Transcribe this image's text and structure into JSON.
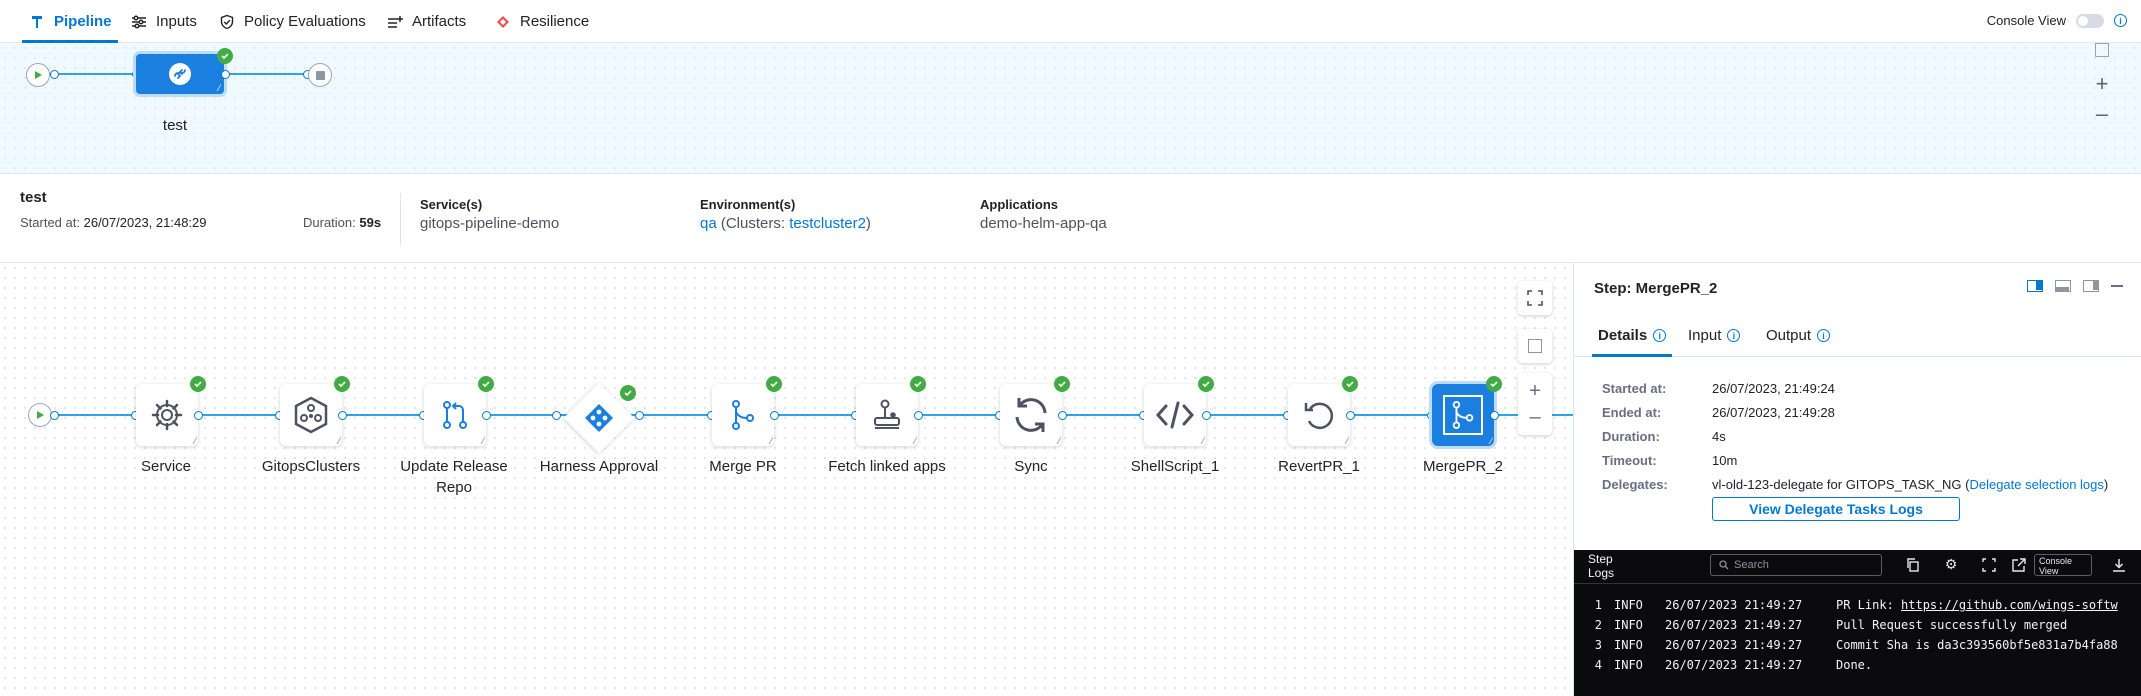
{
  "tabs": [
    {
      "label": "Pipeline"
    },
    {
      "label": "Inputs"
    },
    {
      "label": "Policy Evaluations"
    },
    {
      "label": "Artifacts"
    },
    {
      "label": "Resilience"
    }
  ],
  "console_view_label": "Console View",
  "stage": {
    "name": "test"
  },
  "summary": {
    "stage_name": "test",
    "started_label": "Started at:",
    "started_value": "26/07/2023, 21:48:29",
    "duration_label": "Duration:",
    "duration_value": "59s",
    "services_label": "Service(s)",
    "services_value": "gitops-pipeline-demo",
    "env_label": "Environment(s)",
    "env_name": "qa",
    "env_clusters_prefix": "(Clusters:",
    "env_cluster": "testcluster2",
    "env_clusters_suffix": ")",
    "apps_label": "Applications",
    "apps_value": "demo-helm-app-qa"
  },
  "steps": [
    {
      "label": "Service",
      "icon": "gear-icon"
    },
    {
      "label": "GitopsClusters",
      "icon": "clusters-icon"
    },
    {
      "label": "Update Release Repo",
      "icon": "pull-request-icon"
    },
    {
      "label": "Harness Approval",
      "icon": "approval-icon"
    },
    {
      "label": "Merge PR",
      "icon": "merge-icon"
    },
    {
      "label": "Fetch linked apps",
      "icon": "joystick-icon"
    },
    {
      "label": "Sync",
      "icon": "sync-icon"
    },
    {
      "label": "ShellScript_1",
      "icon": "code-icon"
    },
    {
      "label": "RevertPR_1",
      "icon": "revert-icon"
    },
    {
      "label": "MergePR_2",
      "icon": "merge-icon"
    }
  ],
  "panel": {
    "title": "Step: MergePR_2",
    "tabs": [
      "Details",
      "Input",
      "Output"
    ],
    "details": [
      {
        "label": "Started at:",
        "value": "26/07/2023, 21:49:24"
      },
      {
        "label": "Ended at:",
        "value": "26/07/2023, 21:49:28"
      },
      {
        "label": "Duration:",
        "value": "4s"
      },
      {
        "label": "Timeout:",
        "value": "10m"
      }
    ],
    "delegates_label": "Delegates:",
    "delegates_value": "vl-old-123-delegate for GITOPS_TASK_NG (",
    "delegates_link": "Delegate selection logs",
    "delegates_suffix": ")",
    "view_logs_button": "View Delegate Tasks Logs"
  },
  "logs": {
    "title": "Step Logs",
    "search_placeholder": "Search",
    "console_view": "Console View",
    "lines": [
      {
        "num": "1",
        "level": "INFO",
        "time": "26/07/2023 21:49:27",
        "msg_prefix": "PR Link: ",
        "msg_link": "https://github.com/wings-softw",
        "msg": ""
      },
      {
        "num": "2",
        "level": "INFO",
        "time": "26/07/2023 21:49:27",
        "msg_prefix": "",
        "msg_link": "",
        "msg": "Pull Request successfully merged"
      },
      {
        "num": "3",
        "level": "INFO",
        "time": "26/07/2023 21:49:27",
        "msg_prefix": "",
        "msg_link": "",
        "msg": "Commit Sha is da3c393560bf5e831a7b4fa88"
      },
      {
        "num": "4",
        "level": "INFO",
        "time": "26/07/2023 21:49:27",
        "msg_prefix": "",
        "msg_link": "",
        "msg": "Done."
      }
    ]
  },
  "colors": {
    "accent": "#0278d5",
    "success": "#42ab45",
    "line": "#2ea3e8"
  }
}
